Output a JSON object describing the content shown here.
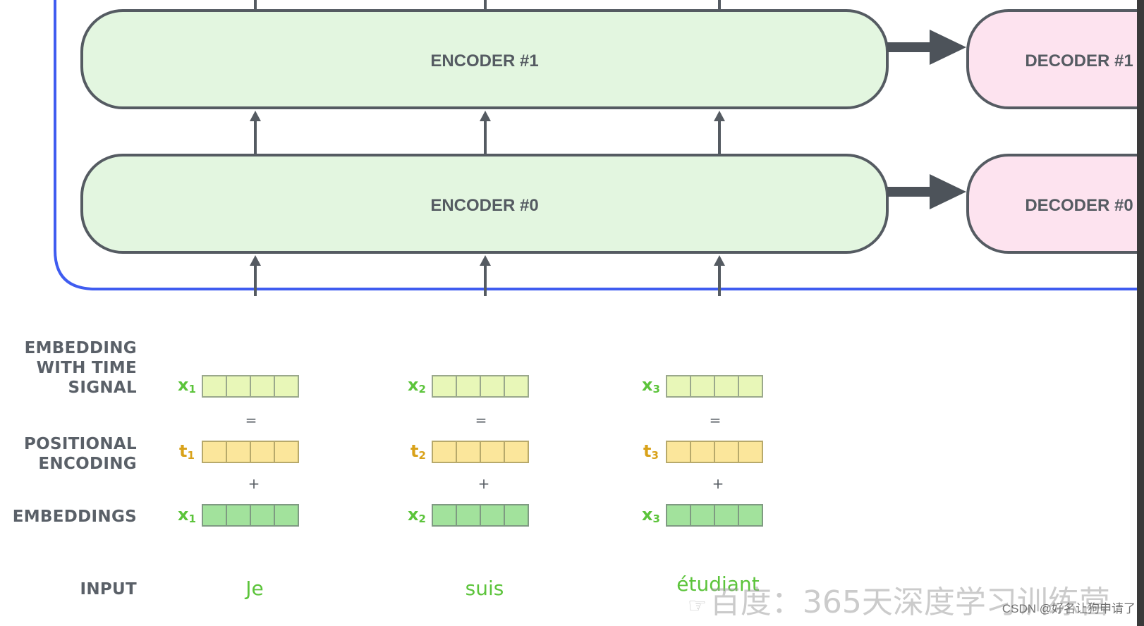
{
  "encoders": [
    {
      "label": "ENCODER #1"
    },
    {
      "label": "ENCODER #0"
    }
  ],
  "decoders": [
    {
      "label": "DECODER #1"
    },
    {
      "label": "DECODER #0"
    }
  ],
  "row_labels": {
    "embedding_time_signal": [
      "EMBEDDING",
      "WITH TIME",
      "SIGNAL"
    ],
    "positional_encoding": [
      "POSITIONAL",
      "ENCODING"
    ],
    "embeddings": "EMBEDDINGS",
    "input": "INPUT"
  },
  "columns": [
    {
      "x": "x",
      "x_sub": "1",
      "t": "t",
      "t_sub": "1",
      "word": "Je"
    },
    {
      "x": "x",
      "x_sub": "2",
      "t": "t",
      "t_sub": "2",
      "word": "suis"
    },
    {
      "x": "x",
      "x_sub": "3",
      "t": "t",
      "t_sub": "3",
      "word": "étudiant"
    }
  ],
  "operators": {
    "equals": "=",
    "plus": "+"
  },
  "watermark": "百度：365天深度学习训练营",
  "credit": "CSDN @好名让狗申请了",
  "colors": {
    "encoder_fill": "#e3f6e0",
    "decoder_fill": "#fde3ef",
    "box_stroke": "#555b62",
    "frame": "#3f5cf0",
    "embed_time": "#e8f7b8",
    "positional": "#fbe69b",
    "embedding": "#a2e29c",
    "green_text": "#5cc43b",
    "gold_text": "#d9a21a"
  }
}
